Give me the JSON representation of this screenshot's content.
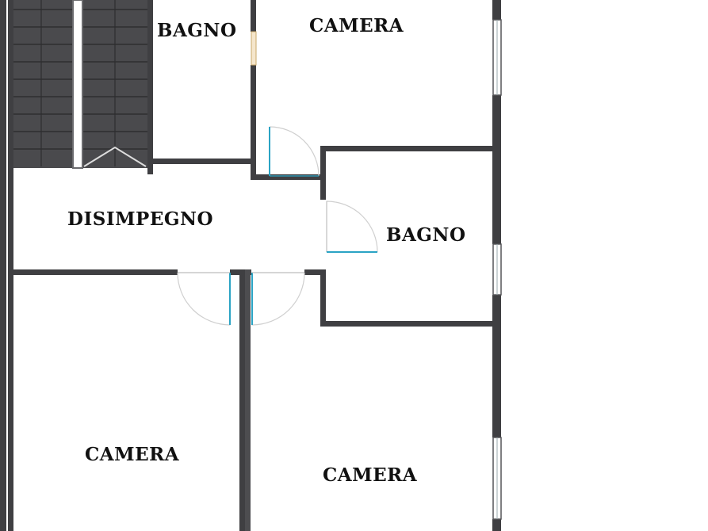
{
  "rooms": {
    "bagno_top": "BAGNO",
    "camera_top": "CAMERA",
    "disimpegno": "DISIMPEGNO",
    "bagno_right": "BAGNO",
    "camera_bottom_left": "CAMERA",
    "camera_bottom_right": "CAMERA"
  },
  "colors": {
    "wall": "#3f3f42",
    "stair_dark": "#4a4a4d",
    "stair_tread": "#6b6b6e",
    "door_leaf": "#2aa3c4",
    "door_swing": "#cfcfcf",
    "window_glass": "#dfe8ec",
    "background": "#ffffff"
  },
  "icons": {
    "staircase": "stairs-icon",
    "door": "door-swing-icon",
    "window": "window-icon"
  }
}
